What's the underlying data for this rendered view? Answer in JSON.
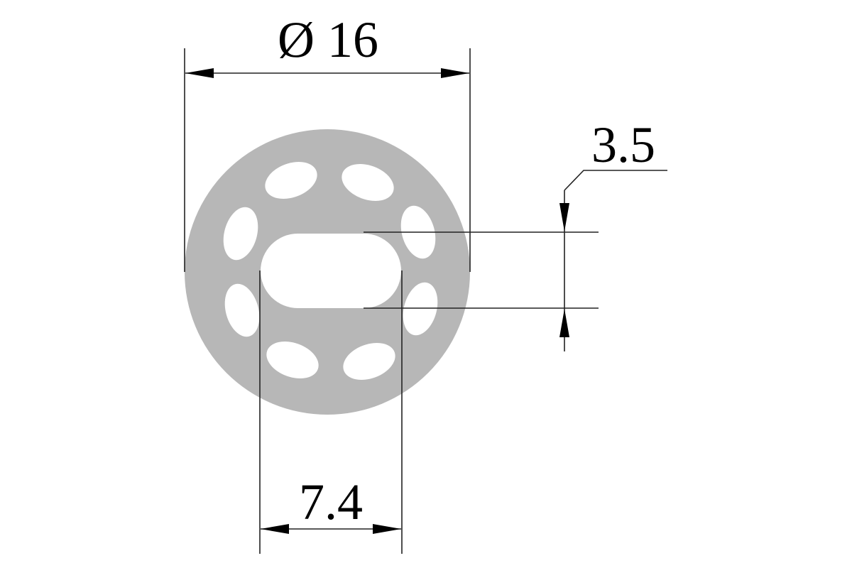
{
  "colors": {
    "part": "#b7b7b7",
    "holes": "#ffffff",
    "lines": "#222222"
  },
  "dimensions": {
    "outer_diameter": "Ø 16",
    "slot_height": "3.5",
    "slot_width": "7.4"
  }
}
